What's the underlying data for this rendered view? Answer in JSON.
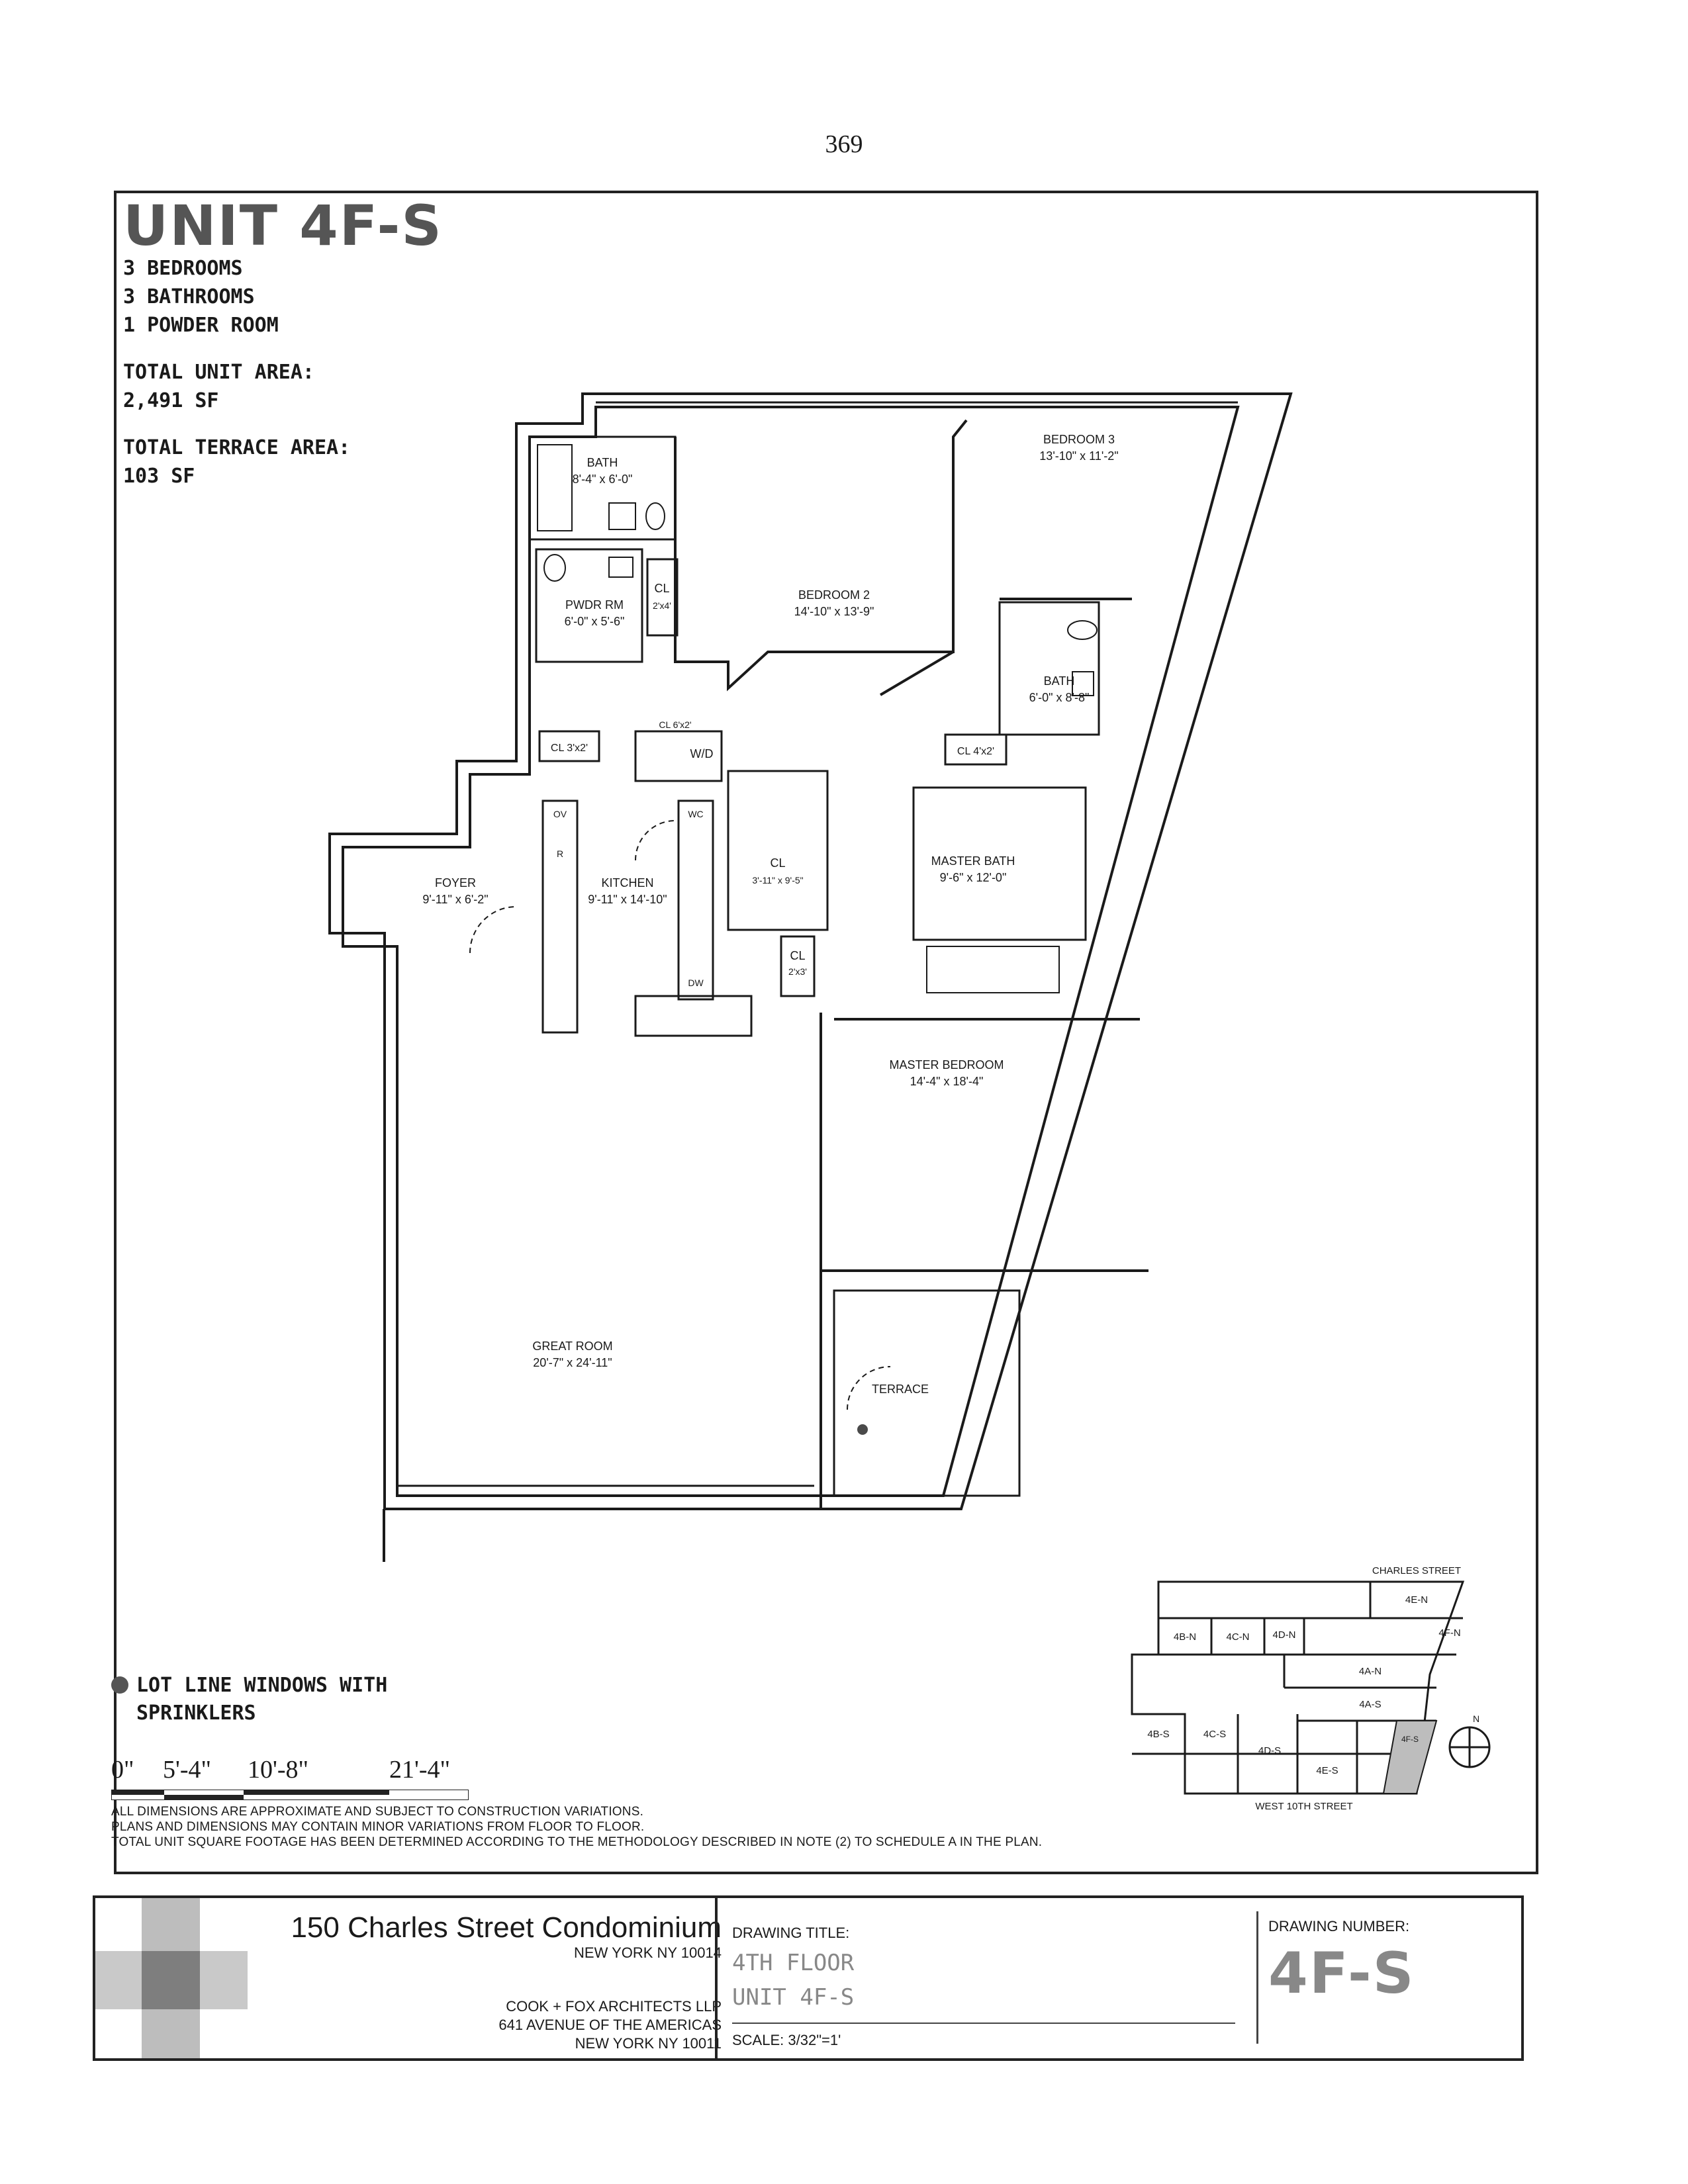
{
  "page_number": "369",
  "unit": {
    "title": "UNIT 4F-S",
    "bedrooms": "3 BEDROOMS",
    "bathrooms": "3 BATHROOMS",
    "powder": "1 POWDER ROOM",
    "area_label": "TOTAL UNIT AREA:",
    "area_value": "2,491 SF",
    "terrace_label": "TOTAL TERRACE AREA:",
    "terrace_value": "103 SF"
  },
  "rooms": {
    "bath1": {
      "name": "BATH",
      "dim": "8'-4\" x 6'-0\""
    },
    "cl_upper": {
      "name": "CL",
      "dim": "2'x4'"
    },
    "pwdr": {
      "name": "PWDR RM",
      "dim": "6'-0\" x 5'-6\""
    },
    "bedroom2": {
      "name": "BEDROOM 2",
      "dim": "14'-10\" x 13'-9\""
    },
    "bedroom3": {
      "name": "BEDROOM 3",
      "dim": "13'-10\" x 11'-2\""
    },
    "bath2": {
      "name": "BATH",
      "dim": "6'-0\" x 8'-8\""
    },
    "cl_3x2": "CL 3'x2'",
    "cl_6x2": "CL 6'x2'",
    "wd": "W/D",
    "cl_4x2": "CL 4'x2'",
    "ov": "OV",
    "r": "R",
    "wc": "WC",
    "dw": "DW",
    "foyer": {
      "name": "FOYER",
      "dim": "9'-11\" x 6'-2\""
    },
    "kitchen": {
      "name": "KITCHEN",
      "dim": "9'-11\" x 14'-10\""
    },
    "cl_walk": {
      "name": "CL",
      "dim": "3'-11\" x 9'-5\""
    },
    "cl_small": {
      "name": "CL",
      "dim": "2'x3'"
    },
    "master_bath": {
      "name": "MASTER BATH",
      "dim": "9'-6\" x 12'-0\""
    },
    "master_bedroom": {
      "name": "MASTER BEDROOM",
      "dim": "14'-4\" x 18'-4\""
    },
    "great_room": {
      "name": "GREAT ROOM",
      "dim": "20'-7\" x 24'-11\""
    },
    "terrace": "TERRACE"
  },
  "legend": {
    "line1": "LOT LINE WINDOWS WITH",
    "line2": "SPRINKLERS",
    "dot_color": "#555555"
  },
  "scale_bar": {
    "t0": "0\"",
    "t1": "5'-4\"",
    "t2": "10'-8\"",
    "t3": "21'-4\""
  },
  "notes": [
    "ALL DIMENSIONS ARE APPROXIMATE AND SUBJECT TO CONSTRUCTION VARIATIONS.",
    "PLANS AND DIMENSIONS MAY CONTAIN MINOR VARIATIONS FROM FLOOR TO FLOOR.",
    "TOTAL UNIT SQUARE FOOTAGE HAS BEEN DETERMINED ACCORDING TO THE METHODOLOGY DESCRIBED IN NOTE (2) TO SCHEDULE A IN THE PLAN."
  ],
  "keyplan": {
    "street_top": "CHARLES STREET",
    "street_bottom": "WEST 10TH STREET",
    "units": {
      "4E_N": "4E-N",
      "4B_N": "4B-N",
      "4C_N": "4C-N",
      "4D_N": "4D-N",
      "4F_N": "4F-N",
      "4A_N": "4A-N",
      "4A_S": "4A-S",
      "4B_S": "4B-S",
      "4C_S": "4C-S",
      "4D_S": "4D-S",
      "4E_S": "4E-S",
      "4F_S": "4F-S"
    },
    "north": "N",
    "highlight_color": "#bdbdbd"
  },
  "titleblock": {
    "project": "150 Charles Street Condominium",
    "city1": "NEW YORK NY 10014",
    "architect": "COOK + FOX ARCHITECTS LLP",
    "address": "641 AVENUE OF THE AMERICAS",
    "city2": "NEW YORK NY 10011",
    "drawing_title_label": "DRAWING TITLE:",
    "title_line1": "4TH FLOOR",
    "title_line2": "UNIT 4F-S",
    "scale": "SCALE: 3/32\"=1'",
    "drawing_number_label": "DRAWING NUMBER:",
    "drawing_number": "4F-S"
  }
}
